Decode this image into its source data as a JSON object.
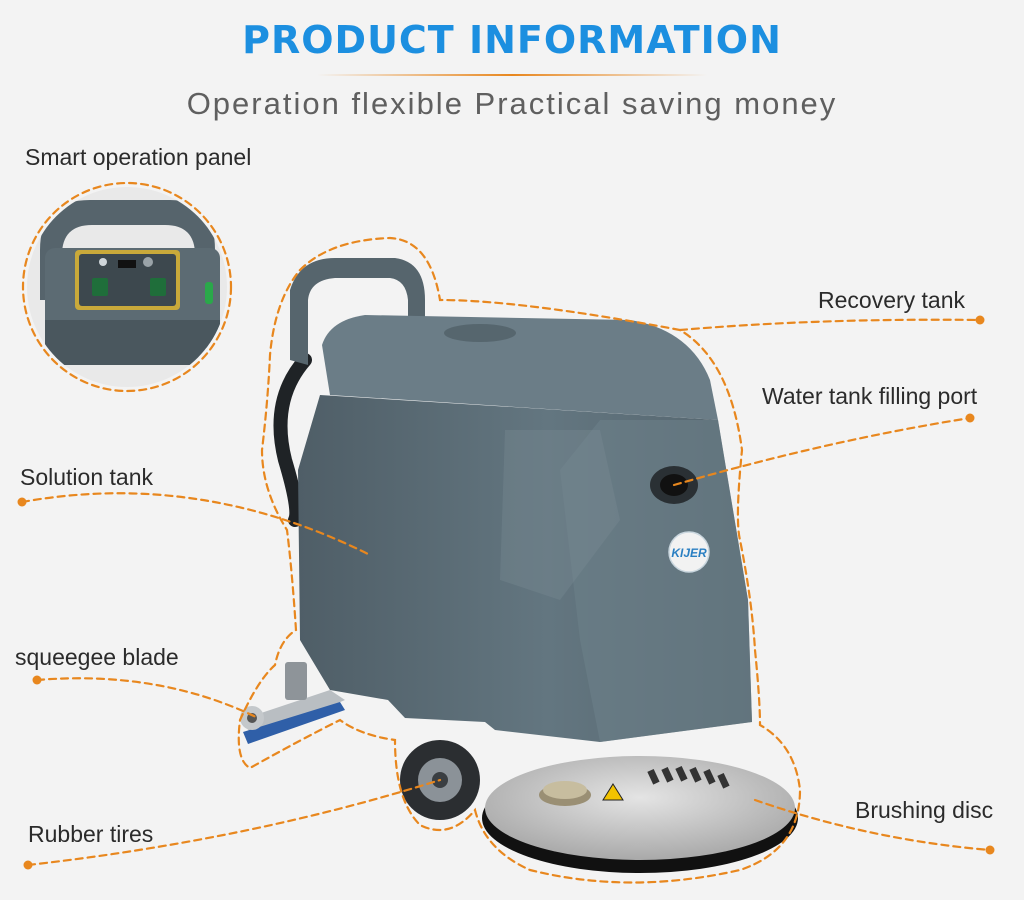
{
  "header": {
    "title": "PRODUCT INFORMATION",
    "subtitle": "Operation flexible Practical saving money"
  },
  "callouts": {
    "smart_panel": "Smart operation panel",
    "recovery_tank": "Recovery tank",
    "filling_port": "Water tank filling port",
    "solution_tank": "Solution tank",
    "squeegee": "squeegee blade",
    "tires": "Rubber tires",
    "brushing_disc": "Brushing disc"
  },
  "brand": {
    "logo_text": "KIJER"
  },
  "colors": {
    "title_blue": "#1c8fe0",
    "accent_orange": "#e8871e",
    "body_gray": "#5b6b74",
    "background": "#f3f3f3"
  }
}
